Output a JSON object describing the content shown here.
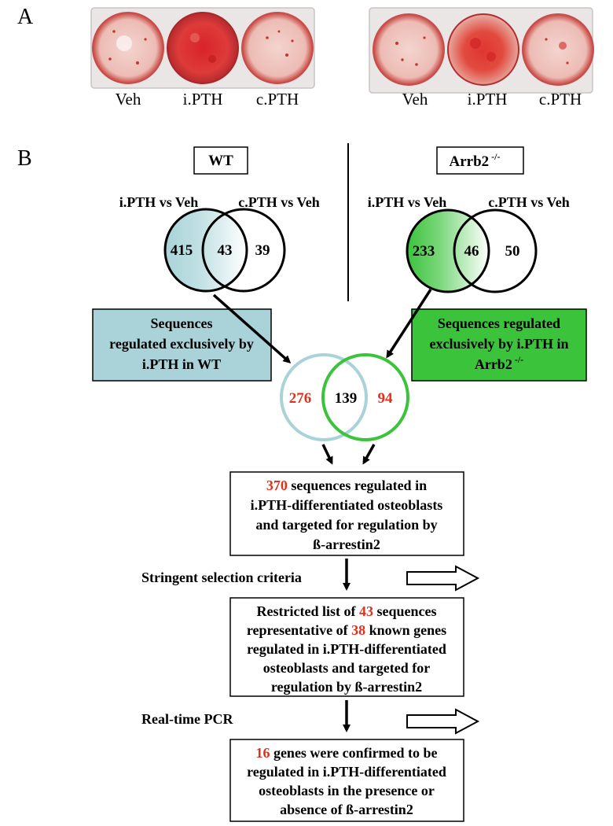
{
  "panel_a": {
    "letter": "A",
    "plate_labels_wt": [
      "Veh",
      "i.PTH",
      "c.PTH"
    ],
    "plate_labels_ko": [
      "Veh",
      "i.PTH",
      "c.PTH"
    ]
  },
  "panel_b": {
    "letter": "B",
    "wt_title": "WT",
    "ko_title": "Arrb2",
    "ko_superscript": "-/-",
    "wt_venn": {
      "left_header": "i.PTH vs Veh",
      "right_header": "c.PTH vs Veh",
      "left_only": "415",
      "overlap": "43",
      "right_only": "39"
    },
    "ko_venn": {
      "left_header": "i.PTH vs Veh",
      "right_header": "c.PTH vs Veh",
      "left_only": "233",
      "overlap": "46",
      "right_only": "50"
    },
    "wt_desc": [
      "Sequences",
      "regulated exclusively by",
      "i.PTH in WT"
    ],
    "ko_desc": [
      "Sequences regulated",
      "exclusively by i.PTH in",
      "Arrb2"
    ],
    "ko_desc_superscript": "-/-",
    "combined_venn": {
      "left_only": "276",
      "overlap": "139",
      "right_only": "94"
    },
    "box1": {
      "count": "370",
      "line1_rest": " sequences regulated in",
      "line2": "i.PTH-differentiated osteoblasts",
      "line3": "and targeted for regulation by",
      "line4": "ß-arrestin2"
    },
    "step1_label": "Stringent selection criteria",
    "box2": {
      "line1_pre": "Restricted list of ",
      "count1": "43",
      "line1_post": " sequences",
      "line2_pre": "representative of ",
      "count2": "38",
      "line2_post": " known genes",
      "line3": "regulated in i.PTH-differentiated",
      "line4": "osteoblasts and targeted for",
      "line5": "regulation by ß-arrestin2"
    },
    "step2_label": "Real-time PCR",
    "box3": {
      "count": "16",
      "line1_rest": " genes were confirmed to be",
      "line2": "regulated in i.PTH-differentiated",
      "line3": "osteoblasts in the presence or",
      "line4": "absence of ß-arrestin2"
    },
    "colors": {
      "wt_box": "#a9d3d8",
      "ko_box": "#3cc33c",
      "wt_circle": "#a9d3d8",
      "ko_circle": "#3cc33c",
      "highlight": "#e0301e"
    }
  }
}
